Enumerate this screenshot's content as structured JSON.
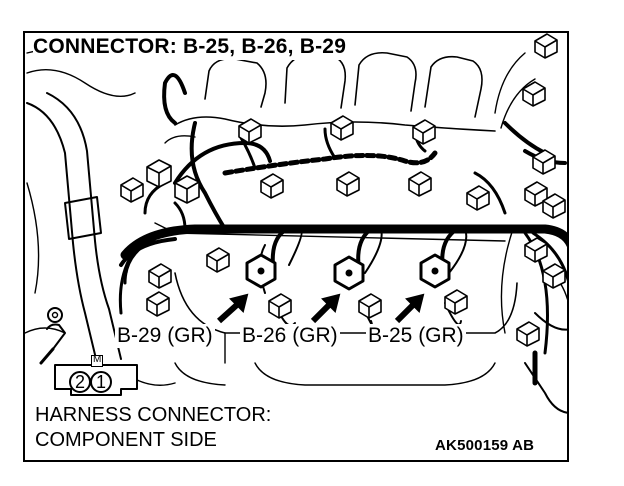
{
  "title": "CONNECTOR: B-25, B-26, B-29",
  "connector_labels": {
    "b29": "B-29 (GR)",
    "b26": "B-26 (GR)",
    "b25": "B-25 (GR)"
  },
  "harness": {
    "line1": "HARNESS CONNECTOR:",
    "line2": "COMPONENT SIDE"
  },
  "pins": [
    "2",
    "1"
  ],
  "pin_marker": "M",
  "figure_code": "AK500159 AB",
  "colors": {
    "line": "#000000",
    "background": "#ffffff"
  }
}
